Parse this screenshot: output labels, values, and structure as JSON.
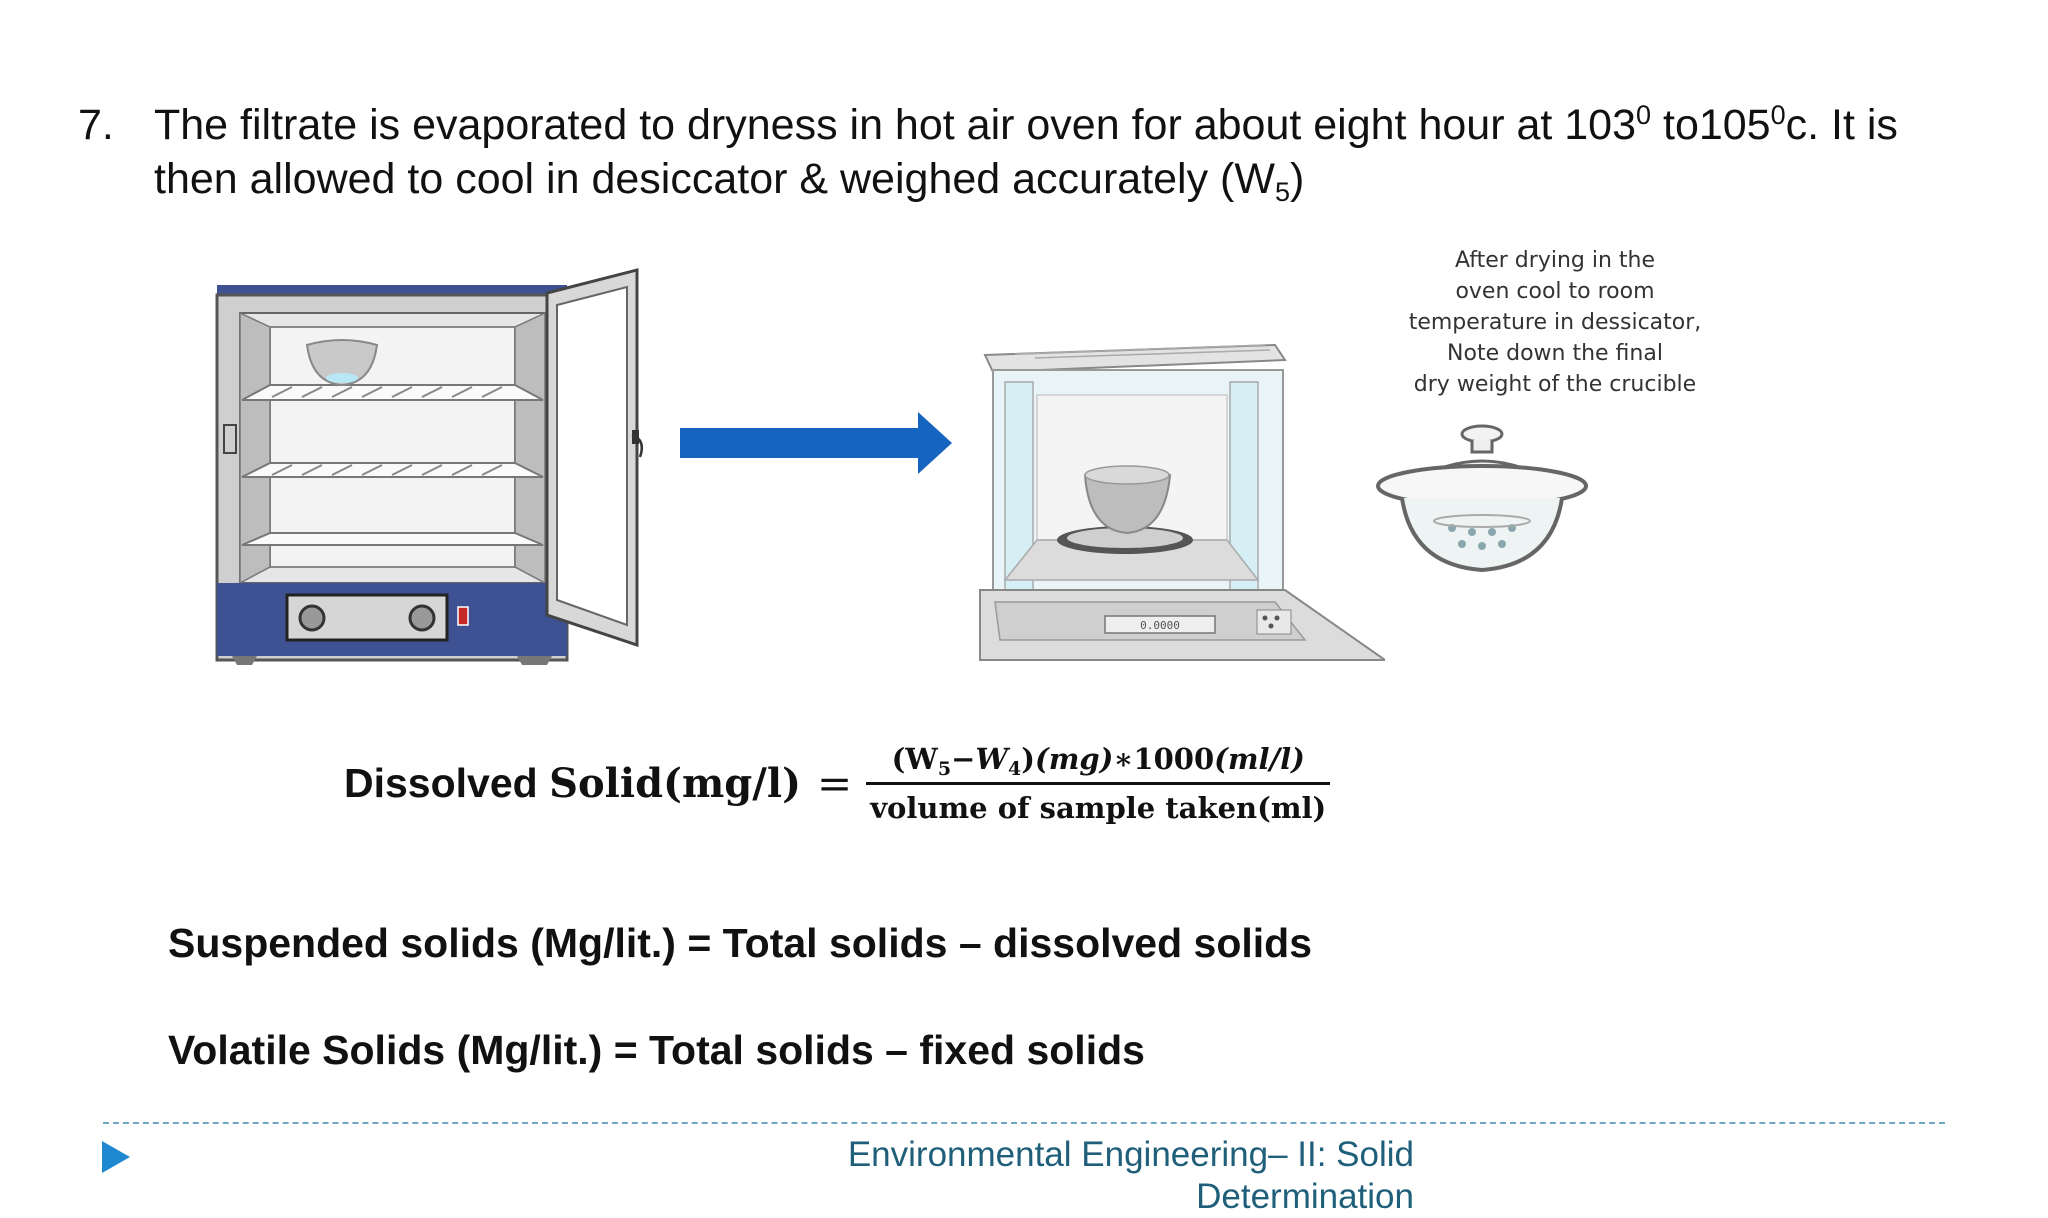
{
  "step": {
    "number": "7.",
    "text_a": "The filtrate is  evaporated to dryness in hot air oven for about eight hour at 103",
    "deg_a": "0",
    "text_b": " to105",
    "deg_b": "0",
    "text_c": "c. It is then allowed to cool in desiccator & weighed accurately (W",
    "sub": "5",
    "text_d": ")"
  },
  "note_lines": [
    "After drying in the",
    "oven cool to room",
    "temperature in dessicator,",
    "Note down the final",
    "dry weight of the crucible"
  ],
  "balance_display": "0.0000",
  "formula": {
    "lhs_word": "Dissolved",
    "lhs_serif": "Solid",
    "lhs_unit": "(mg/l)",
    "equals": "=",
    "num_open": "(W",
    "num_sub5": "5",
    "num_minus": "−",
    "num_w": "W",
    "num_sub4": "4",
    "num_close": ")",
    "num_mg": "(mg)",
    "num_mult": "∗1000",
    "num_mll": "(ml/l)",
    "den_text": "volume of sample taken",
    "den_unit": "(ml)"
  },
  "lines": {
    "suspended": "Suspended solids (Mg/lit.) = Total solids – dissolved solids",
    "volatile": "Volatile Solids (Mg/lit.) = Total solids – fixed solids"
  },
  "footer": {
    "line1": "Environmental Engineering– II: Solid",
    "line2": "Determination"
  },
  "colors": {
    "arrow": "#1565c0",
    "oven_base": "#3d5193",
    "footer_text": "#1f5f7a",
    "footer_accent": "#1e88d0"
  },
  "icons": [
    "oven-icon",
    "arrow-right-icon",
    "balance-icon",
    "dessicator-icon",
    "triangle-bullet-icon"
  ]
}
